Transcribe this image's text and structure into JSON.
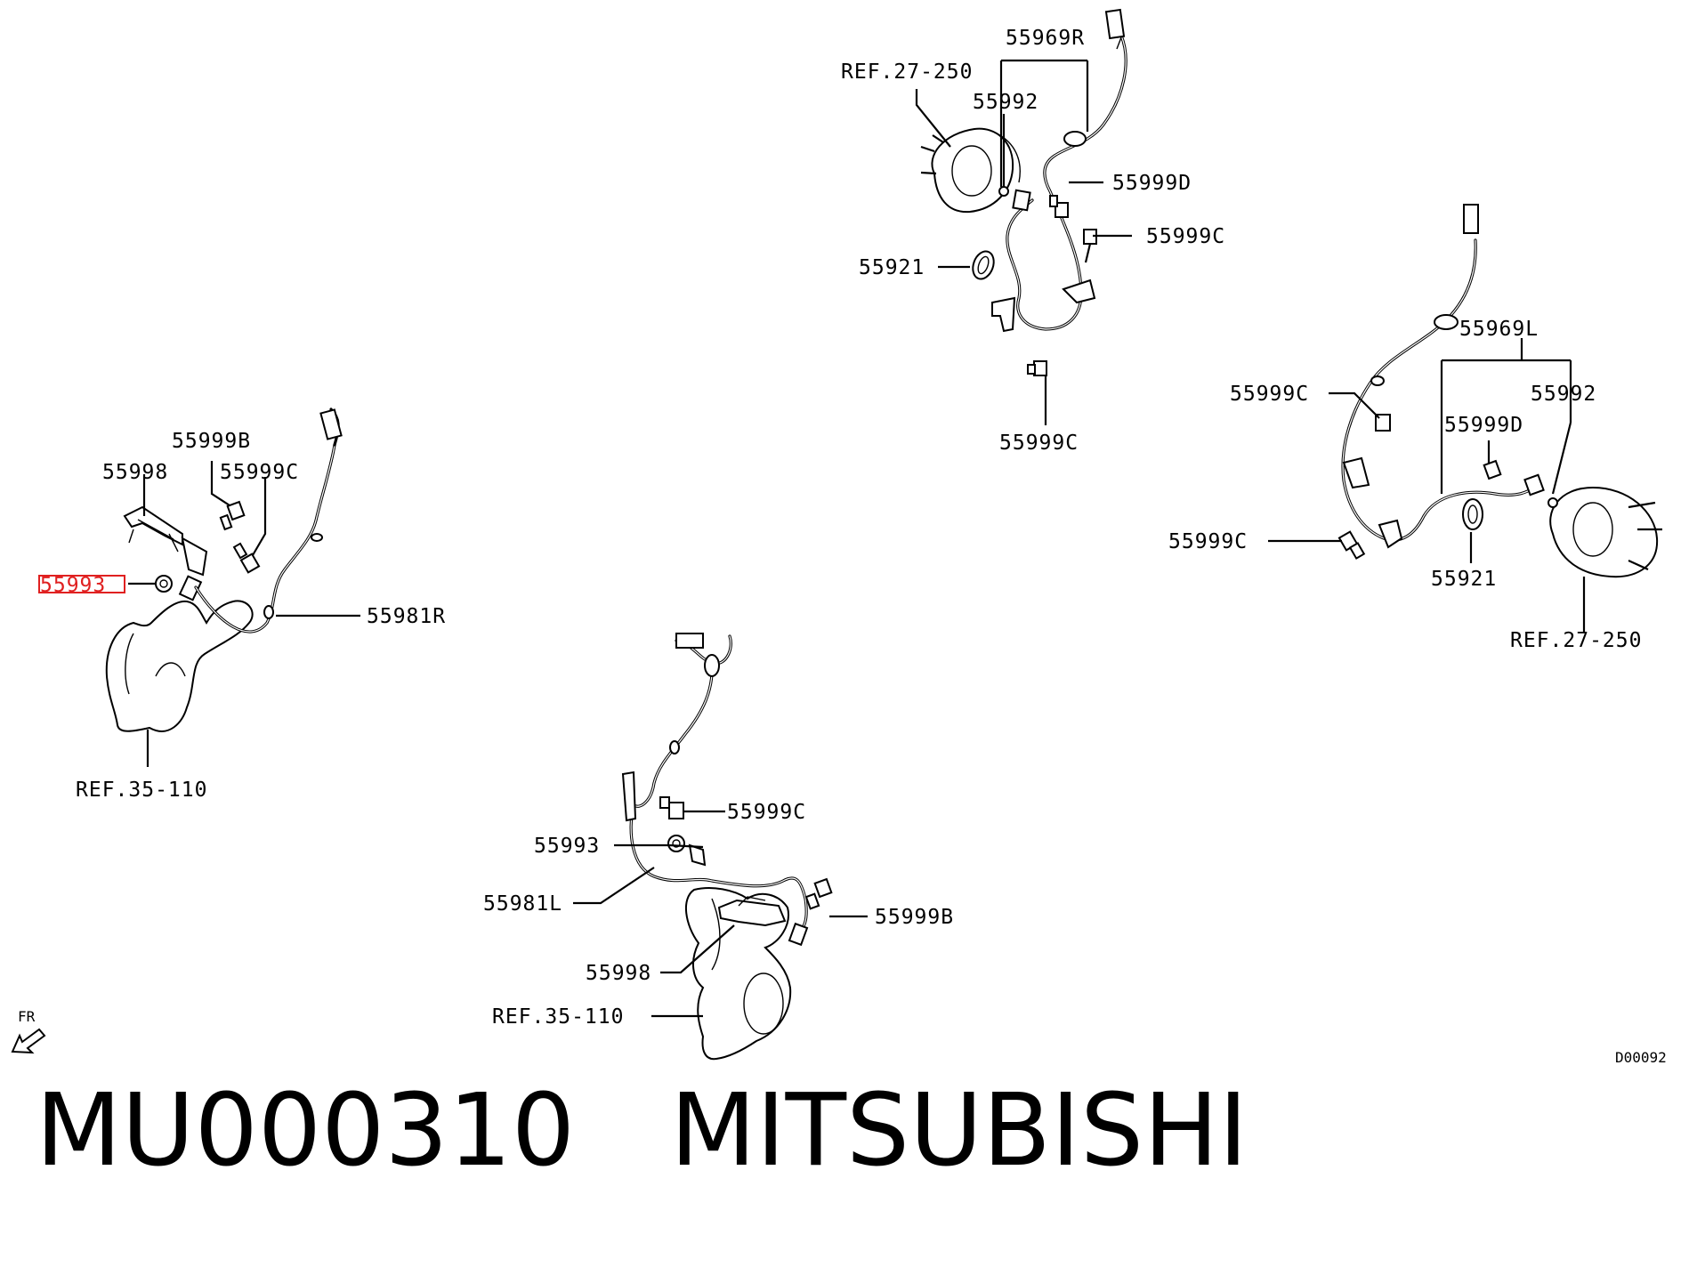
{
  "caption": {
    "part_number": "MU000310",
    "brand": "MITSUBISHI"
  },
  "diagram_code": "D00092",
  "direction_label": "FR",
  "highlight_color": "#e02020",
  "groups": {
    "rear_right": {
      "labels": {
        "p55999b": "55999B",
        "p55998": "55998",
        "p55999c": "55999C",
        "p55993": "55993",
        "p55981r": "55981R",
        "ref": "REF.35-110"
      }
    },
    "front_right": {
      "labels": {
        "ref": "REF.27-250",
        "p55969r": "55969R",
        "p55992": "55992",
        "p55999d": "55999D",
        "p55999c_a": "55999C",
        "p55921": "55921",
        "p55999c_b": "55999C"
      }
    },
    "front_left": {
      "labels": {
        "p55969l": "55969L",
        "p55999c_a": "55999C",
        "p55992": "55992",
        "p55999d": "55999D",
        "p55999c_b": "55999C",
        "p55921": "55921",
        "ref": "REF.27-250"
      }
    },
    "rear_left": {
      "labels": {
        "p55999c": "55999C",
        "p55993": "55993",
        "p55981l": "55981L",
        "p55999b": "55999B",
        "p55998": "55998",
        "ref": "REF.35-110"
      }
    }
  }
}
